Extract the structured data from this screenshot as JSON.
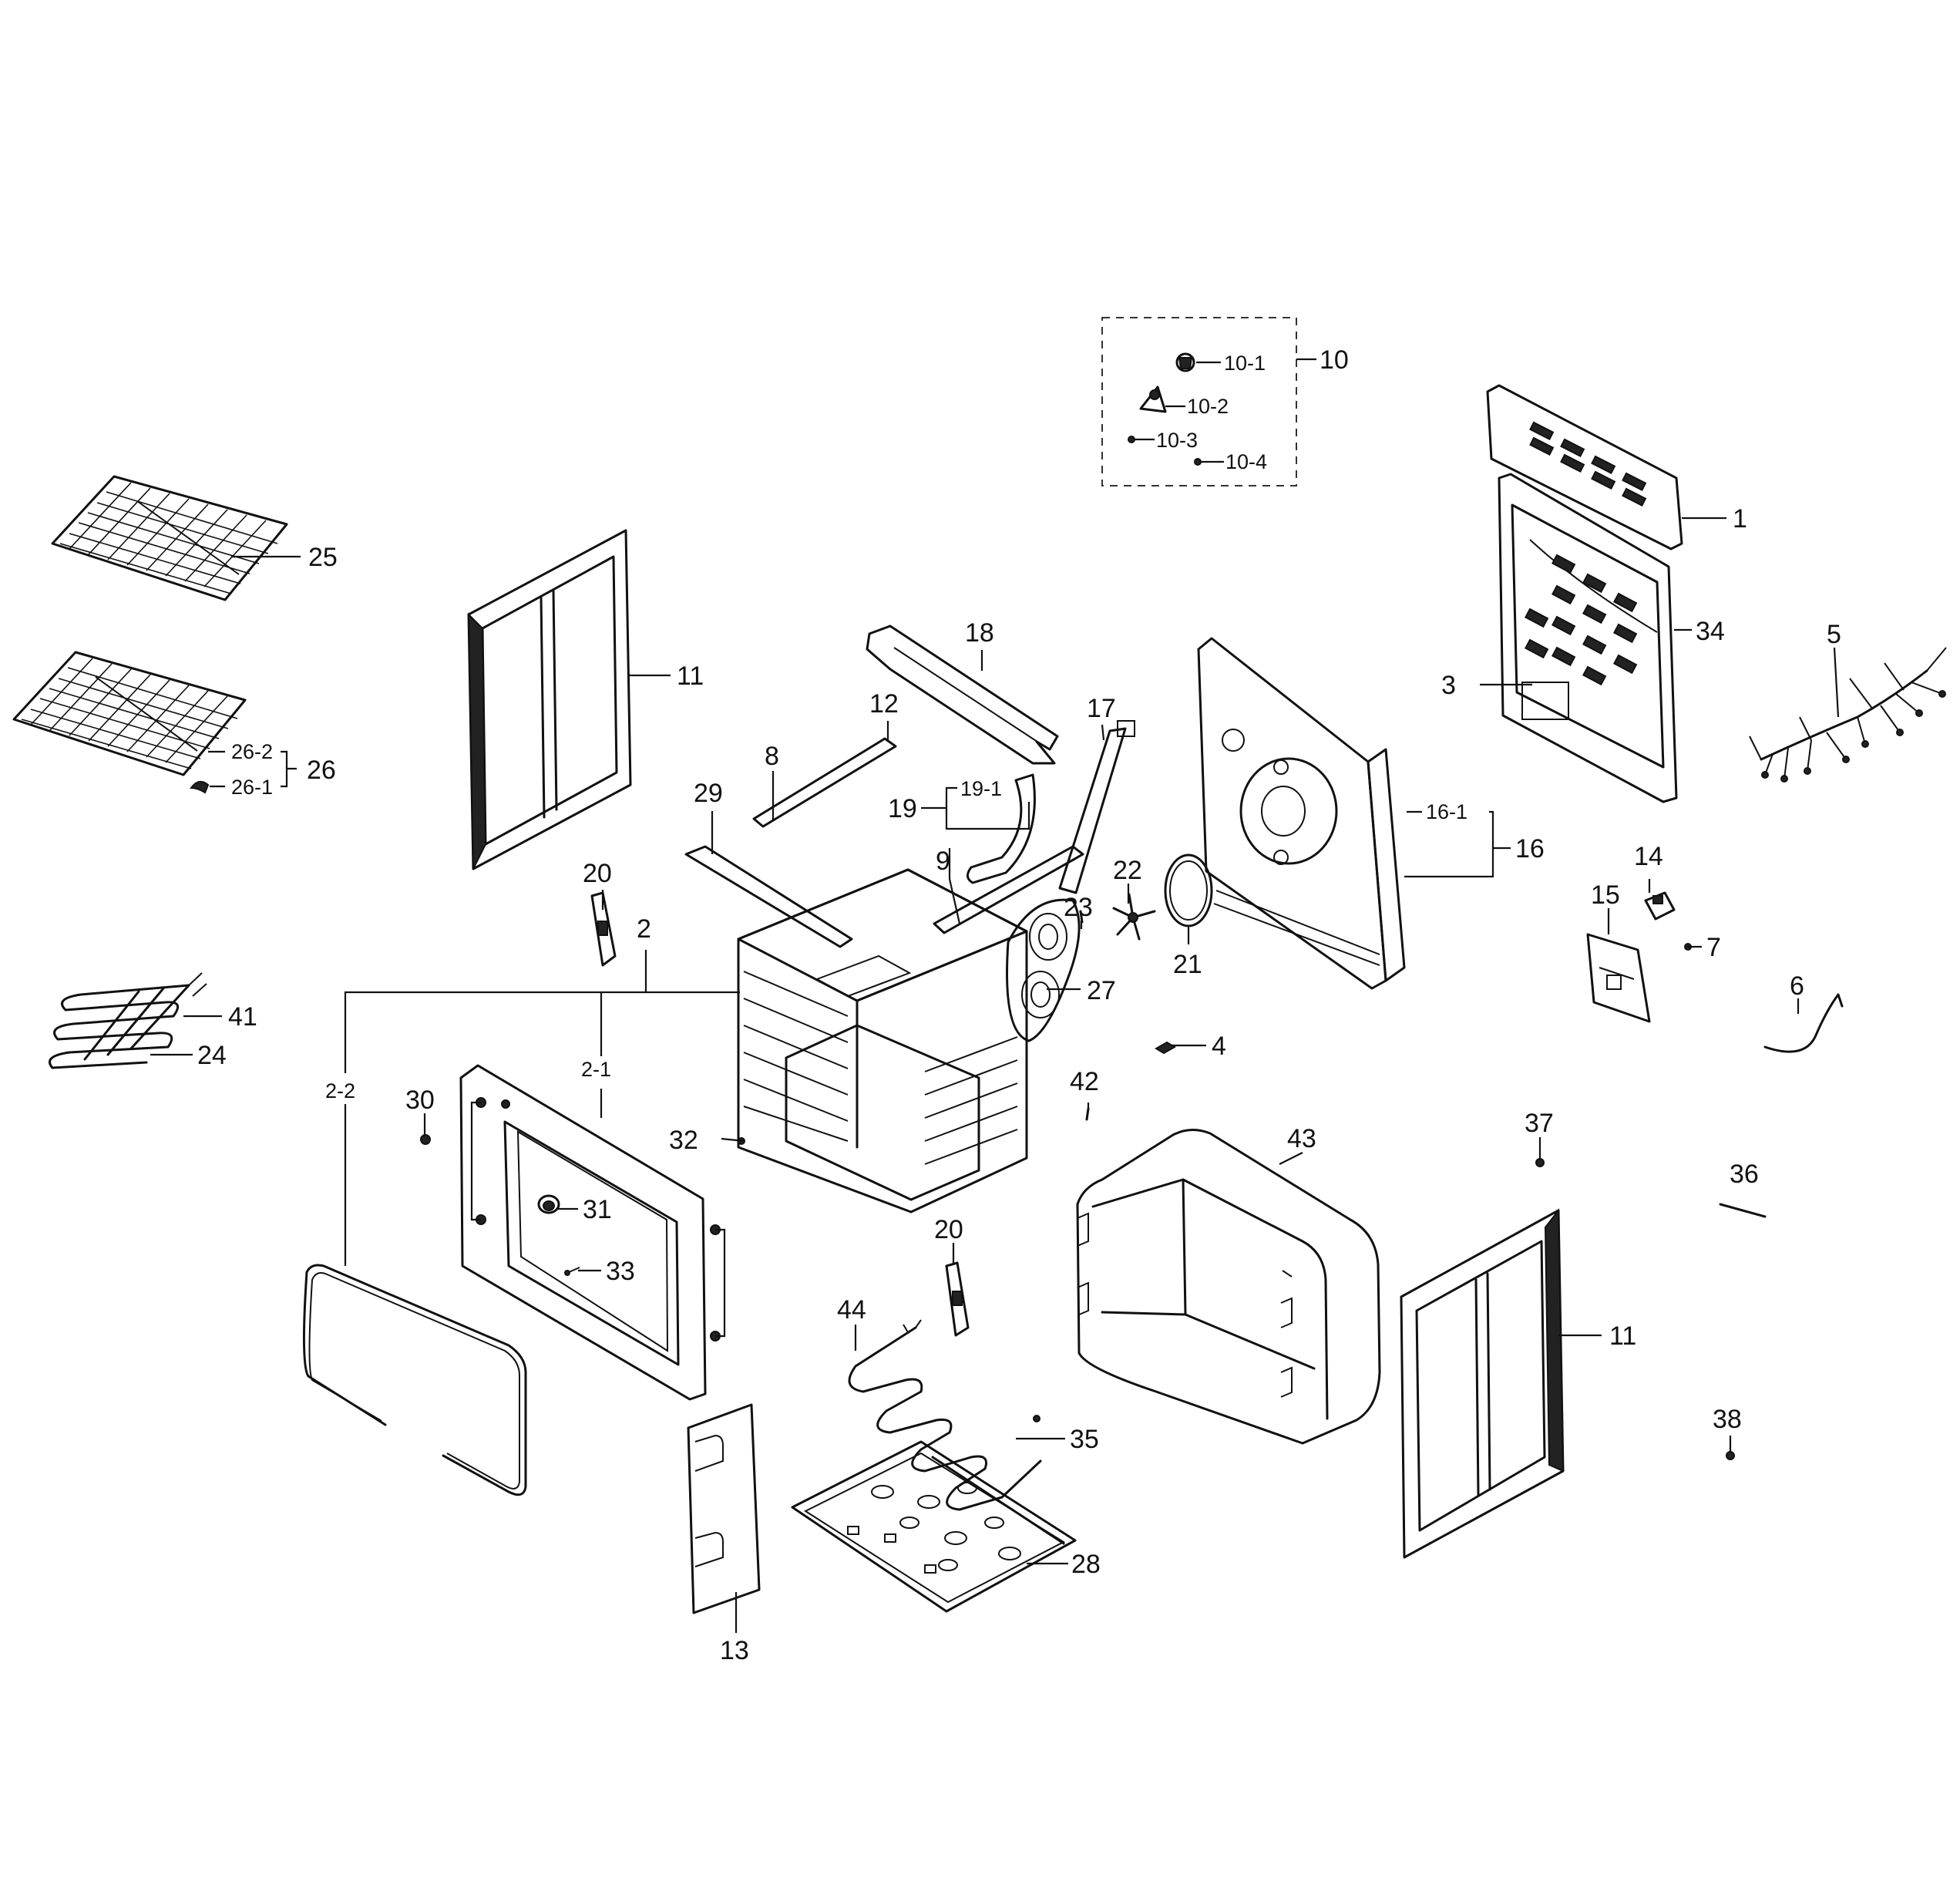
{
  "callouts": {
    "c1": "1",
    "c2": "2",
    "c2_1": "2-1",
    "c2_2": "2-2",
    "c3": "3",
    "c4": "4",
    "c5": "5",
    "c6": "6",
    "c7": "7",
    "c8": "8",
    "c9": "9",
    "c10": "10",
    "c10_1": "10-1",
    "c10_2": "10-2",
    "c10_3": "10-3",
    "c10_4": "10-4",
    "c11": "11",
    "c12": "12",
    "c13": "13",
    "c14": "14",
    "c15": "15",
    "c16": "16",
    "c16_1": "16-1",
    "c17": "17",
    "c18": "18",
    "c19": "19",
    "c19_1": "19-1",
    "c20": "20",
    "c21": "21",
    "c22": "22",
    "c23": "23",
    "c24": "24",
    "c25": "25",
    "c26": "26",
    "c26_1": "26-1",
    "c26_2": "26-2",
    "c27": "27",
    "c28": "28",
    "c29": "29",
    "c30": "30",
    "c31": "31",
    "c32": "32",
    "c33": "33",
    "c34": "34",
    "c35": "35",
    "c36": "36",
    "c37": "37",
    "c38": "38",
    "c41": "41",
    "c42": "42",
    "c43": "43",
    "c44": "44"
  }
}
